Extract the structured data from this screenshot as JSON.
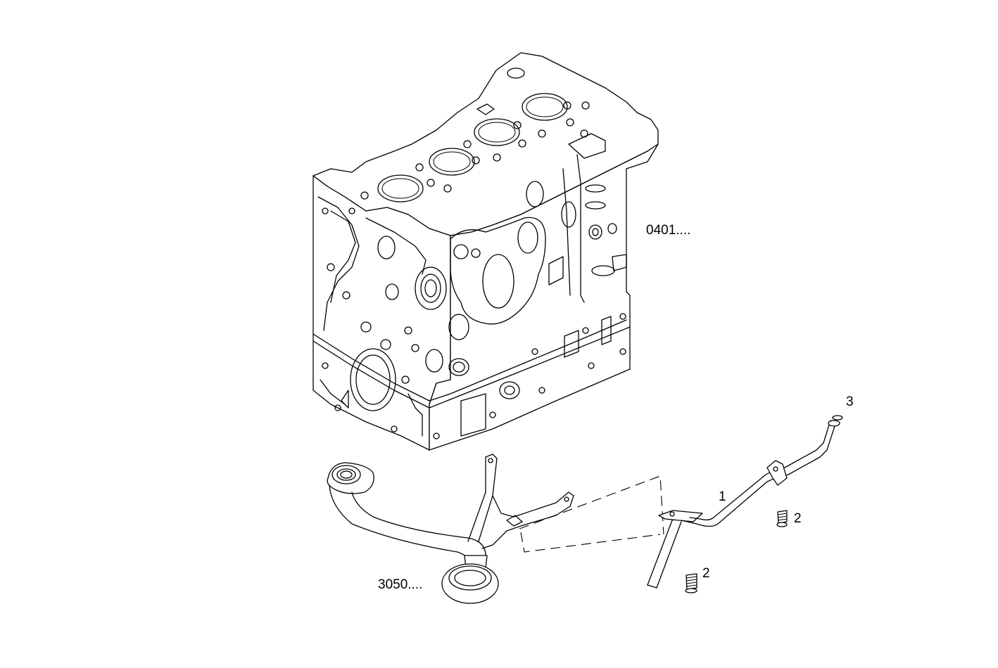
{
  "diagram": {
    "labels": {
      "engine_block": "0401....",
      "oil_pickup": "3050....",
      "pipe": "1",
      "screw_upper": "2",
      "screw_lower": "2",
      "seal": "3"
    }
  }
}
